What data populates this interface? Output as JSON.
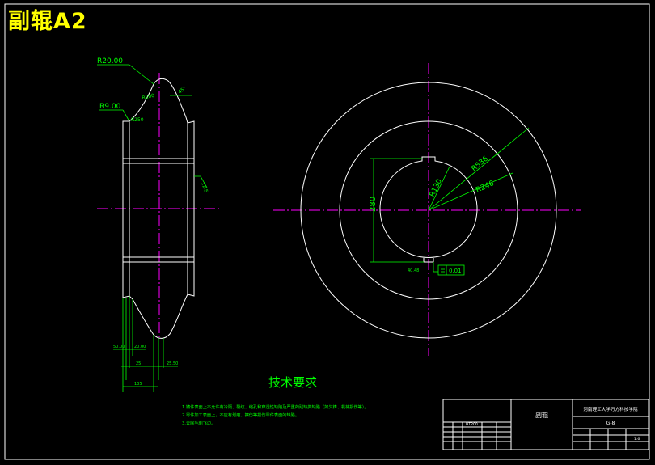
{
  "title": "副辊A2",
  "side_view": {
    "dims": {
      "r_top": "R20.00",
      "r_side": "R9.00",
      "r_groove": "R200",
      "r_groove2": "R250",
      "angle": "45°",
      "roughness": "12.5"
    },
    "bottom_dims": [
      "50.00",
      "20.00",
      "25",
      "25.50",
      "135"
    ]
  },
  "front_view": {
    "dims": {
      "d_outer": "R536",
      "d_mid": "R246",
      "d_inner": "R130",
      "height": "280",
      "tol": "0.01",
      "key": "40.48"
    }
  },
  "tech": {
    "heading": "技术要求",
    "notes": [
      "1.铸件表面上不允许有冷隔、裂纹、缩孔和穿透性缺陷及严重的残缺类缺陷（如欠铸、机械损伤等）。",
      "2.零件加工表面上，不应有划痕、擦伤等损伤零件表面的缺陷。",
      "3.去除毛刺飞边。"
    ]
  },
  "title_block": {
    "part_name": "副辊",
    "school": "河南理工大学万方科技学院",
    "drawing_no": "G-8",
    "material": "HT200",
    "scale": "1:6"
  }
}
